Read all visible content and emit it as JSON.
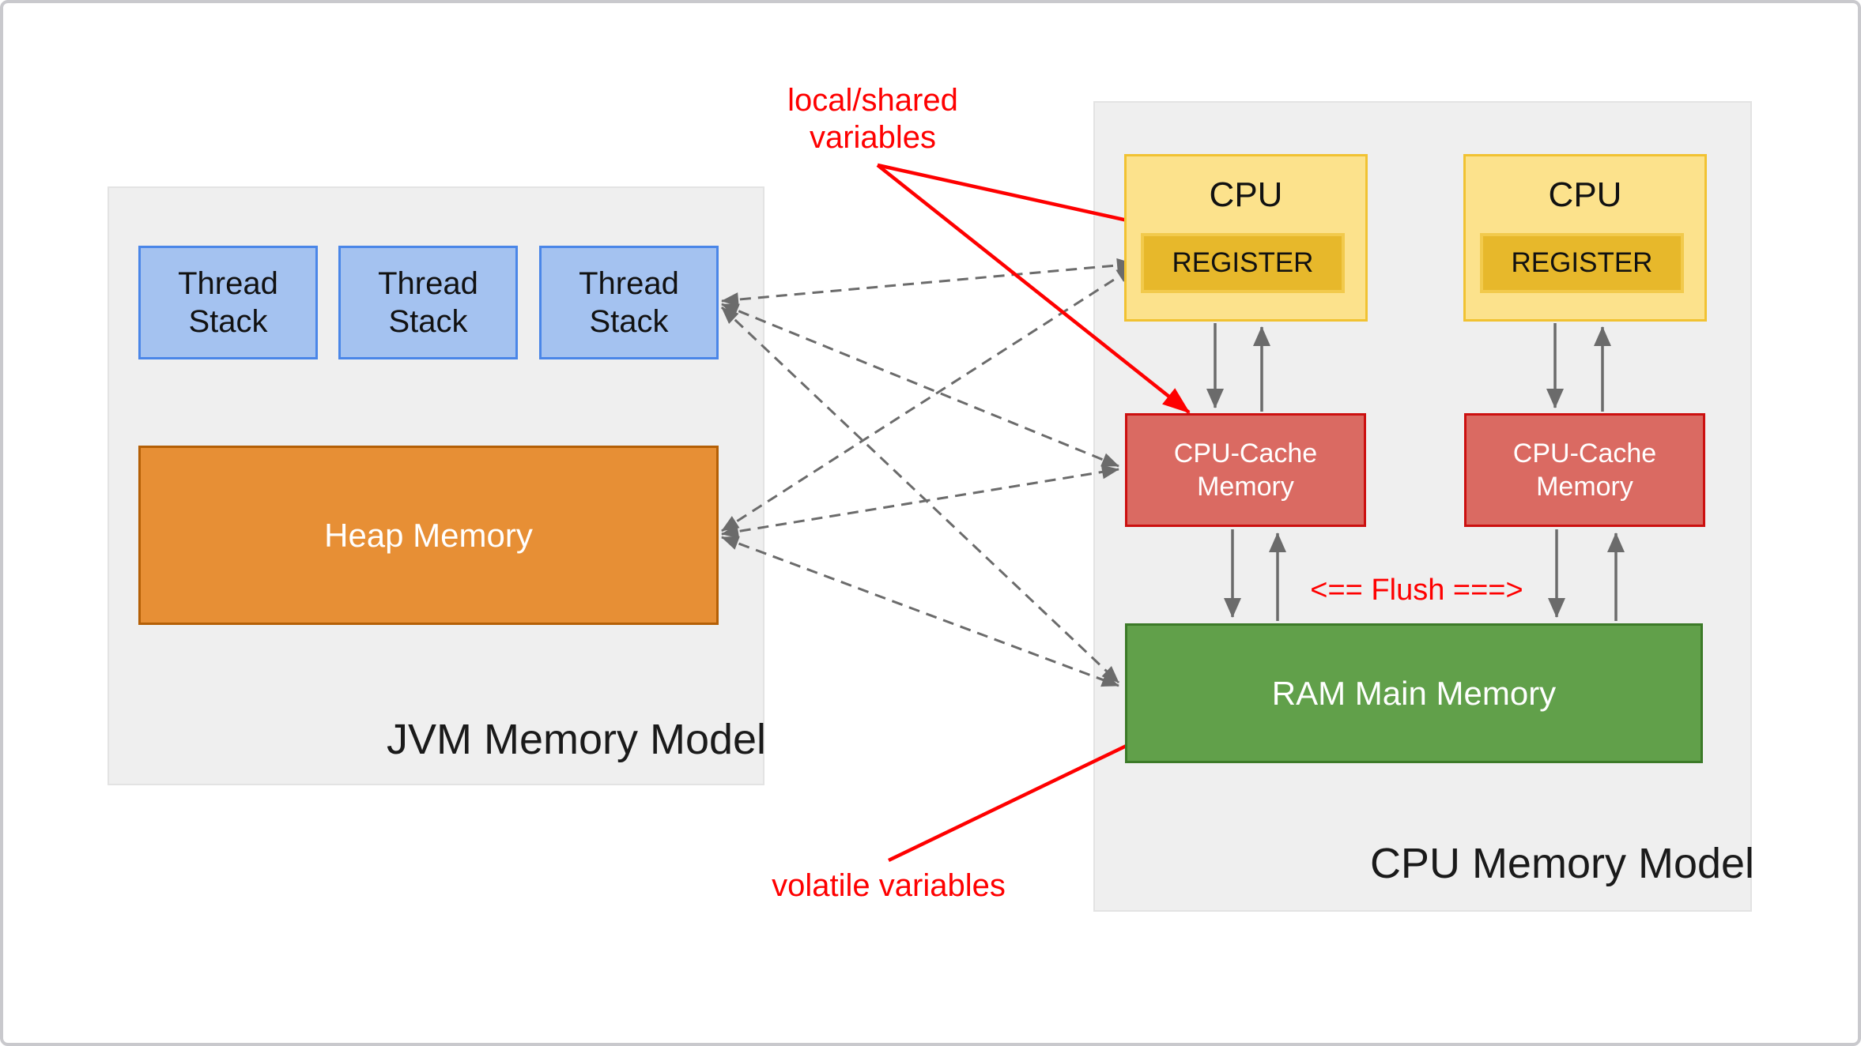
{
  "jvm": {
    "title": "JVM Memory Model",
    "thread_stacks": [
      "Thread\nStack",
      "Thread\nStack",
      "Thread\nStack"
    ],
    "heap": "Heap Memory"
  },
  "cpu": {
    "title": "CPU Memory Model",
    "cpus": [
      {
        "label": "CPU",
        "register": "REGISTER",
        "cache": "CPU-Cache\nMemory"
      },
      {
        "label": "CPU",
        "register": "REGISTER",
        "cache": "CPU-Cache\nMemory"
      }
    ],
    "ram": "RAM Main Memory",
    "flush": "<== Flush ===>"
  },
  "annotations": {
    "local_shared": "local/shared\nvariables",
    "volatile": "volatile variables"
  },
  "colors": {
    "panel_bg": "#efefef",
    "thread_fill": "#a4c2f0",
    "thread_border": "#4a86e8",
    "heap_fill": "#e78f35",
    "heap_border": "#b45f06",
    "cpu_fill": "#fce28c",
    "cpu_border": "#f1c232",
    "register_fill": "#e7b82b",
    "register_border": "#f2ca4c",
    "cache_fill": "#da6a62",
    "cache_border": "#cc1010",
    "ram_fill": "#61a04a",
    "ram_border": "#3c7a28",
    "annotation_red": "#fe0000",
    "arrow_gray": "#6b6b6b"
  }
}
